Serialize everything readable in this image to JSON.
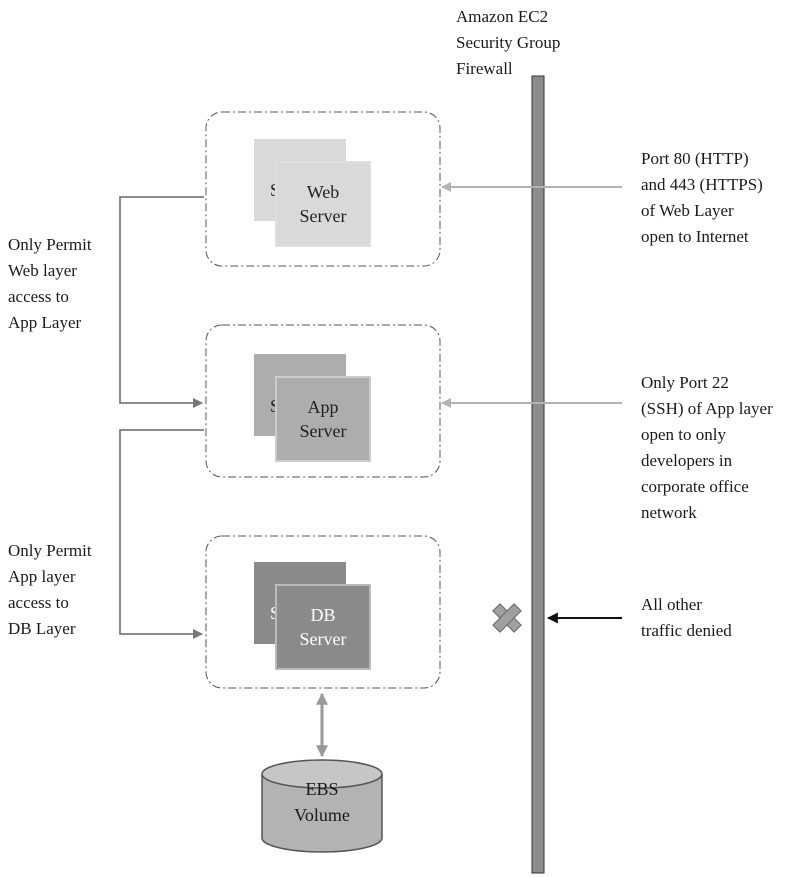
{
  "firewall": {
    "label": "Amazon EC2\nSecurity Group\nFirewall"
  },
  "tiers": {
    "web": {
      "server_label": "Web\nServer",
      "back_label": "S"
    },
    "app": {
      "server_label": "App\nServer",
      "back_label": "S"
    },
    "db": {
      "server_label": "DB\nServer",
      "back_label": "S"
    }
  },
  "storage": {
    "label": "EBS\nVolume"
  },
  "rules": {
    "web_port": "Port 80 (HTTP)\nand 443 (HTTPS)\nof Web Layer\nopen to Internet",
    "app_port": "Only Port 22\n(SSH) of App layer\nopen to only\ndevelopers in\ncorporate office\nnetwork",
    "other_traffic": "All other\ntraffic denied",
    "web_to_app": "Only Permit\nWeb layer\naccess to\nApp Layer",
    "app_to_db": "Only Permit\nApp layer\naccess to\nDB Layer"
  },
  "colors": {
    "firewall_bar": "#8c8c8c",
    "web_server_fill": "#d9d9d9",
    "app_server_fill": "#adadad",
    "db_server_fill": "#8a8a8a",
    "inbound_arrow": "#b3b3b3",
    "denied_arrow": "#111111",
    "connector_line": "#666666",
    "cross_fill": "#a0a0a0",
    "ebs_fill": "#b3b3b3"
  }
}
